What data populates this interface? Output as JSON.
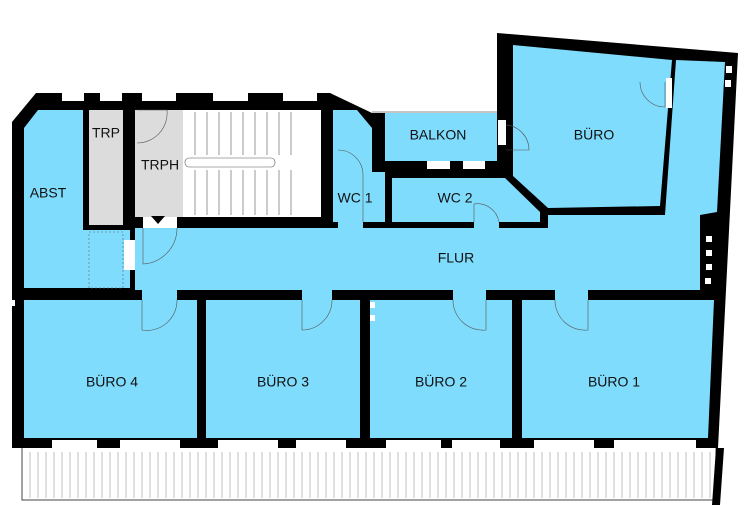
{
  "colors": {
    "room": "#7fdcfc",
    "wall": "#000000",
    "stair": "#dcdcdc"
  },
  "rooms": {
    "abst": "ABST",
    "trp": "TRP",
    "trph": "TRPH",
    "wc1": "WC 1",
    "wc2": "WC 2",
    "balkon": "BALKON",
    "buero_top": "BÜRO",
    "flur": "FLUR",
    "buero4": "BÜRO 4",
    "buero3": "BÜRO 3",
    "buero2": "BÜRO 2",
    "buero1": "BÜRO 1"
  }
}
